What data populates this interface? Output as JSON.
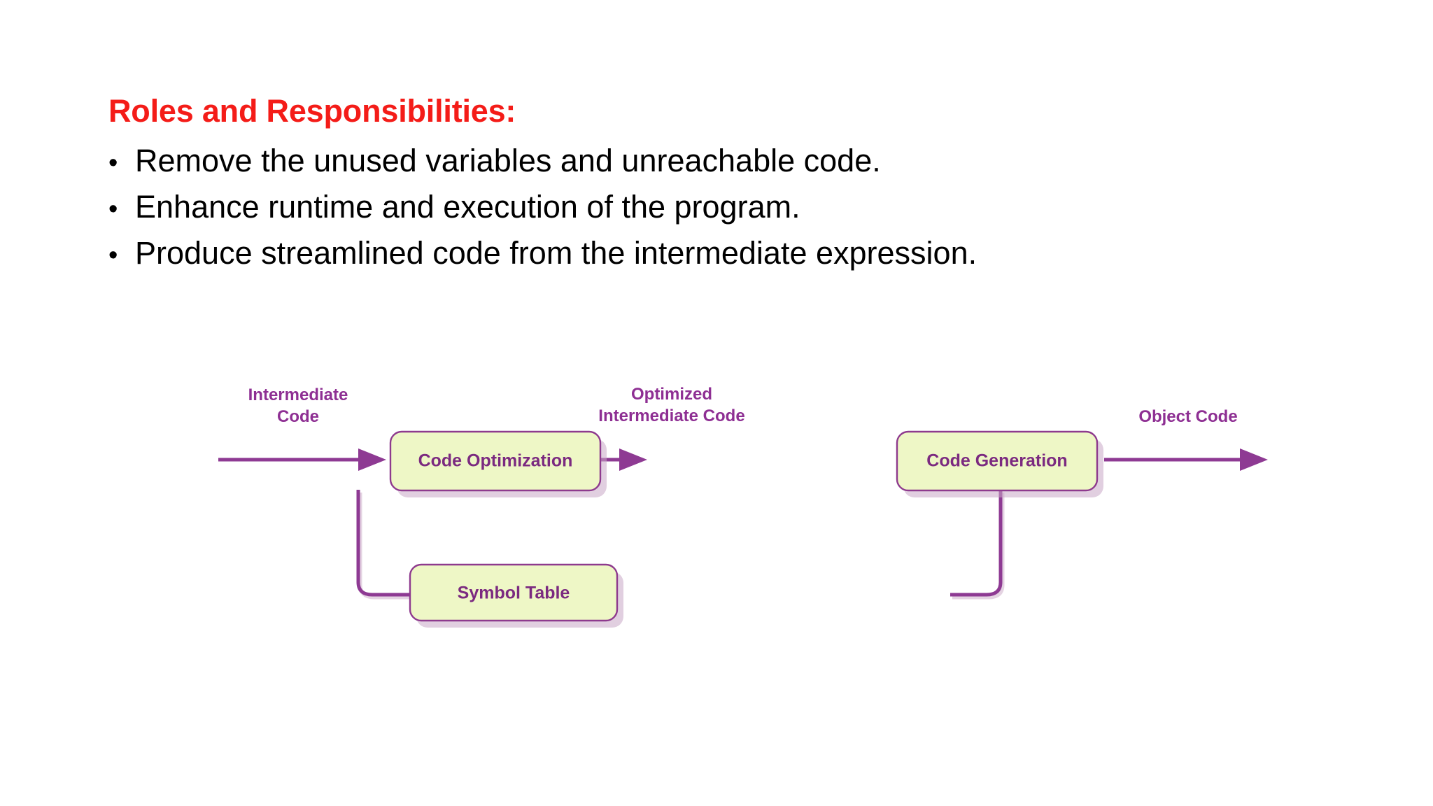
{
  "slide": {
    "background_color": "#ffffff",
    "heading": "Roles and Responsibilities:",
    "heading_color": "#f41c18",
    "bullet_glyph": "•",
    "bullets": [
      "Remove the unused variables and unreachable code.",
      "Enhance runtime and execution of the program.",
      "Produce streamlined code from the intermediate expression."
    ]
  },
  "diagram": {
    "colors": {
      "box_fill": "#eef7c6",
      "box_border": "#8e3a8e",
      "text": "#7b2a80",
      "arrow": "#8e3a93"
    },
    "boxes": [
      {
        "id": "code-optimization",
        "label": "Code Optimization"
      },
      {
        "id": "code-generation",
        "label": "Code Generation"
      },
      {
        "id": "symbol-table",
        "label": "Symbol Table"
      }
    ],
    "edge_labels": [
      {
        "id": "intermediate-code",
        "line1": "Intermediate",
        "line2": "Code"
      },
      {
        "id": "optimized-intermediate-code",
        "line1": "Optimized",
        "line2": "Intermediate Code"
      },
      {
        "id": "object-code",
        "line1": "Object Code",
        "line2": ""
      }
    ]
  }
}
